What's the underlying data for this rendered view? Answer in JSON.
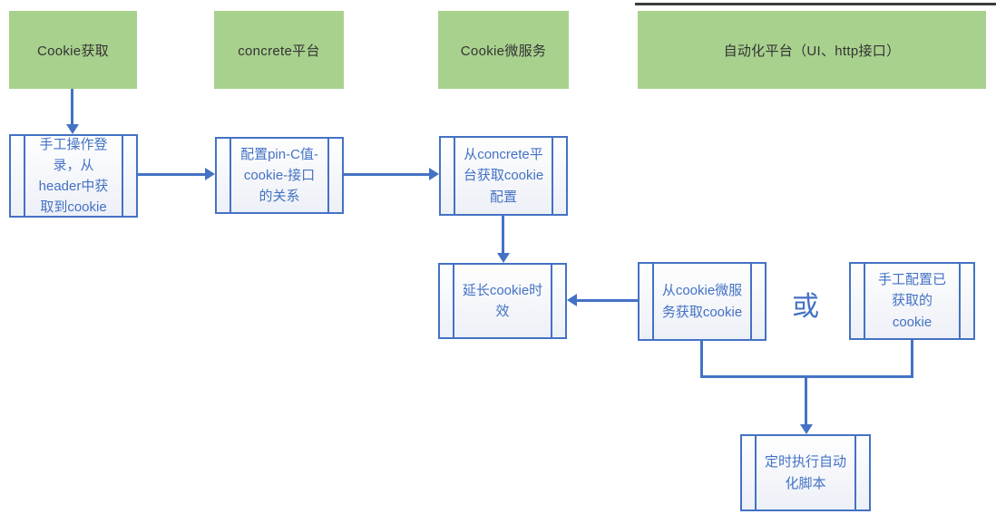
{
  "diagram": {
    "title": "cookie acquisition flow",
    "lanes": [
      {
        "id": "cookie-fetch",
        "label": "Cookie获取"
      },
      {
        "id": "concrete",
        "label": "concrete平台"
      },
      {
        "id": "cookie-service",
        "label": "Cookie微服务"
      },
      {
        "id": "automation",
        "label": "自动化平台（UI、http接口）"
      }
    ],
    "nodes": [
      {
        "id": "manual-login",
        "label": "手工操作登录，从header中获取到cookie"
      },
      {
        "id": "config-pin",
        "label": "配置pin-C值-cookie-接口的关系"
      },
      {
        "id": "fetch-config",
        "label": "从concrete平台获取cookie配置"
      },
      {
        "id": "extend-cookie",
        "label": "延长cookie时效"
      },
      {
        "id": "fetch-service",
        "label": "从cookie微服务获取cookie"
      },
      {
        "id": "manual-config",
        "label": "手工配置已获取的cookie"
      },
      {
        "id": "scheduled",
        "label": "定时执行自动化脚本"
      }
    ],
    "labels": {
      "or": "或"
    },
    "colors": {
      "lane_fill": "#a9d18e",
      "lane_text": "#333333",
      "node_border": "#4472c4",
      "node_text": "#4472c4",
      "node_fill": "#f4f5fa",
      "connector": "#4472c4",
      "top_strip": "#3d3d3d"
    }
  }
}
